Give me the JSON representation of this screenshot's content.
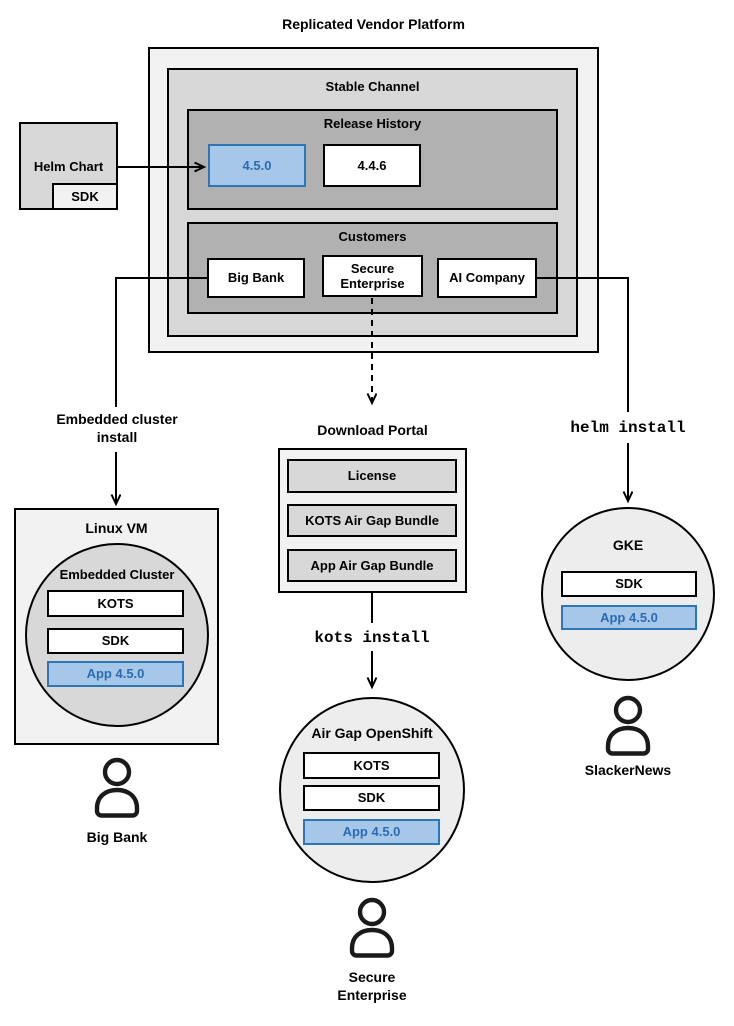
{
  "title": "Replicated Vendor Platform",
  "platform": {
    "stable_channel": "Stable Channel",
    "release_history": {
      "label": "Release History",
      "current": "4.5.0",
      "previous": "4.4.6"
    },
    "customers": {
      "label": "Customers",
      "big_bank": "Big Bank",
      "secure_enterprise": "Secure Enterprise",
      "ai_company": "AI Company"
    }
  },
  "helm_chart": {
    "label": "Helm Chart",
    "sdk": "SDK"
  },
  "connectors": {
    "embedded_install": "Embedded cluster install",
    "kots_install": "kots install",
    "helm_install": "helm install"
  },
  "download_portal": {
    "label": "Download Portal",
    "license": "License",
    "kots_bundle": "KOTS Air Gap Bundle",
    "app_bundle": "App Air Gap Bundle"
  },
  "linux_vm": {
    "label": "Linux VM",
    "cluster_label": "Embedded Cluster",
    "kots": "KOTS",
    "sdk": "SDK",
    "app": "App 4.5.0",
    "user": "Big Bank"
  },
  "air_gap_openshift": {
    "label": "Air Gap OpenShift",
    "kots": "KOTS",
    "sdk": "SDK",
    "app": "App 4.5.0",
    "user": "Secure Enterprise"
  },
  "gke": {
    "label": "GKE",
    "sdk": "SDK",
    "app": "App 4.5.0",
    "user": "SlackerNews"
  },
  "colors": {
    "highlight_fill": "#a7c7e8",
    "highlight_border": "#2e75b6",
    "highlight_text": "#2a6cb4",
    "light_gray": "#f2f2f2",
    "mid_gray": "#d8d8d8",
    "dark_gray": "#b1b1b1",
    "line": "#000000"
  }
}
